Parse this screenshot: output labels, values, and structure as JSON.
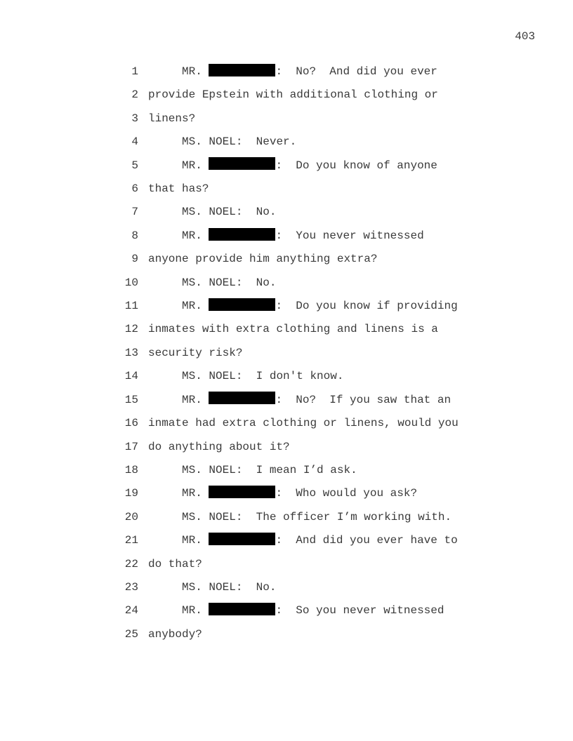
{
  "page_number": "403",
  "lines": [
    {
      "n": "1",
      "speaker": "MR.",
      "redacted": true,
      "text": ":  No?  And did you ever"
    },
    {
      "n": "2",
      "text": "provide Epstein with additional clothing or"
    },
    {
      "n": "3",
      "text": "linens?"
    },
    {
      "n": "4",
      "speaker": "MS. NOEL:",
      "text": "  Never."
    },
    {
      "n": "5",
      "speaker": "MR.",
      "redacted": true,
      "text": ":  Do you know of anyone"
    },
    {
      "n": "6",
      "text": "that has?"
    },
    {
      "n": "7",
      "speaker": "MS. NOEL:",
      "text": "  No."
    },
    {
      "n": "8",
      "speaker": "MR.",
      "redacted": true,
      "text": ":  You never witnessed"
    },
    {
      "n": "9",
      "text": "anyone provide him anything extra?"
    },
    {
      "n": "10",
      "speaker": "MS. NOEL:",
      "text": "  No."
    },
    {
      "n": "11",
      "speaker": "MR.",
      "redacted": true,
      "text": ":  Do you know if providing"
    },
    {
      "n": "12",
      "text": "inmates with extra clothing and linens is a"
    },
    {
      "n": "13",
      "text": "security risk?"
    },
    {
      "n": "14",
      "speaker": "MS. NOEL:",
      "text": "  I don't know."
    },
    {
      "n": "15",
      "speaker": "MR.",
      "redacted": true,
      "text": ":  No?  If you saw that an"
    },
    {
      "n": "16",
      "text": "inmate had extra clothing or linens, would you"
    },
    {
      "n": "17",
      "text": "do anything about it?"
    },
    {
      "n": "18",
      "speaker": "MS. NOEL:",
      "text": "  I mean I’d ask."
    },
    {
      "n": "19",
      "speaker": "MR.",
      "redacted": true,
      "text": ":  Who would you ask?"
    },
    {
      "n": "20",
      "speaker": "MS. NOEL:",
      "text": "  The officer I’m working with."
    },
    {
      "n": "21",
      "speaker": "MR.",
      "redacted": true,
      "text": ":  And did you ever have to"
    },
    {
      "n": "22",
      "text": "do that?"
    },
    {
      "n": "23",
      "speaker": "MS. NOEL:",
      "text": "  No."
    },
    {
      "n": "24",
      "speaker": "MR.",
      "redacted": true,
      "text": ":  So you never witnessed"
    },
    {
      "n": "25",
      "text": "anybody?"
    }
  ]
}
